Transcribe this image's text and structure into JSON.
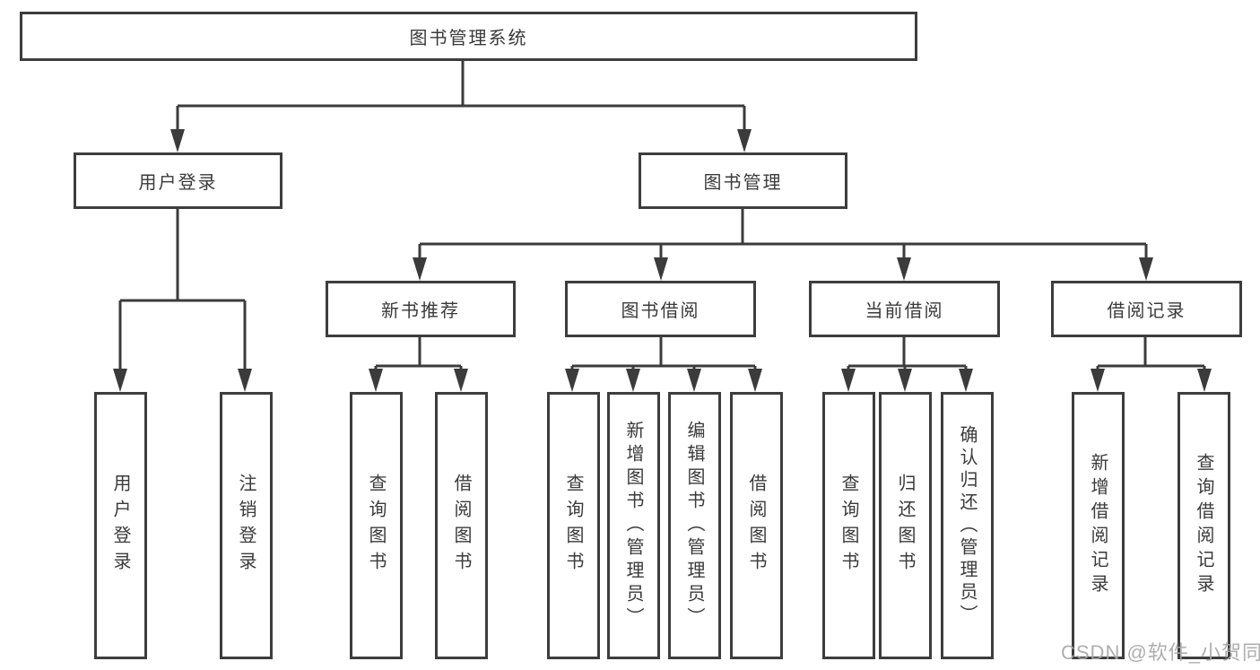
{
  "diagram": {
    "root_label": "图书管理系统",
    "level2": {
      "user_login": {
        "label": "用户登录",
        "children": {
          "login": "用户登录",
          "logout": "注销登录"
        }
      },
      "book_mgmt": {
        "label": "图书管理"
      }
    },
    "level3": {
      "new_books": {
        "label": "新书推荐",
        "children": {
          "query": "查询图书",
          "borrow": "借阅图书"
        }
      },
      "borrowing": {
        "label": "图书借阅",
        "children": {
          "query": "查询图书",
          "add": "新增图书（管理员）",
          "edit": "编辑图书（管理员）",
          "borrow": "借阅图书"
        }
      },
      "current": {
        "label": "当前借阅",
        "children": {
          "query": "查询图书",
          "return": "归还图书",
          "confirm": "确认归还（管理员）"
        }
      },
      "records": {
        "label": "借阅记录",
        "children": {
          "add": "新增借阅记录",
          "query": "查询借阅记录"
        }
      }
    },
    "colors": {
      "line": "#3b3b3b",
      "box_border": "#3d3d3d",
      "text": "#3a3a3a",
      "watermark": "#a5a5a5",
      "background": "#ffffff"
    }
  },
  "watermark": "CSDN @软件_小贺同学"
}
